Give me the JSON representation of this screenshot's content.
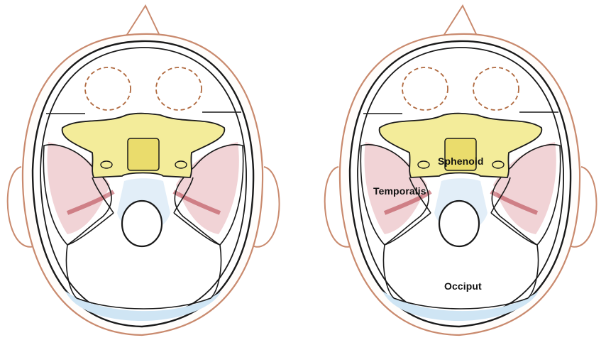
{
  "figures": [
    {
      "id": "left",
      "labels": []
    },
    {
      "id": "right",
      "labels": [
        "Sphenoid",
        "Temporalis",
        "Occiput"
      ]
    }
  ],
  "colors": {
    "skin": "#c98a6e",
    "outline": "#1a1a1a",
    "sphenoid_fill": "#f3ec9a",
    "temporalis_fill": "#d9a0a8",
    "temporalis_dark": "#b23a45",
    "brainstem_blue": "#b9d8ee",
    "orbit_dash": "#b06a40",
    "background": "#ffffff"
  },
  "right_labels": {
    "sphenoid": "Sphenoid",
    "temporalis": "Temporalis",
    "occiput": "Occiput"
  }
}
